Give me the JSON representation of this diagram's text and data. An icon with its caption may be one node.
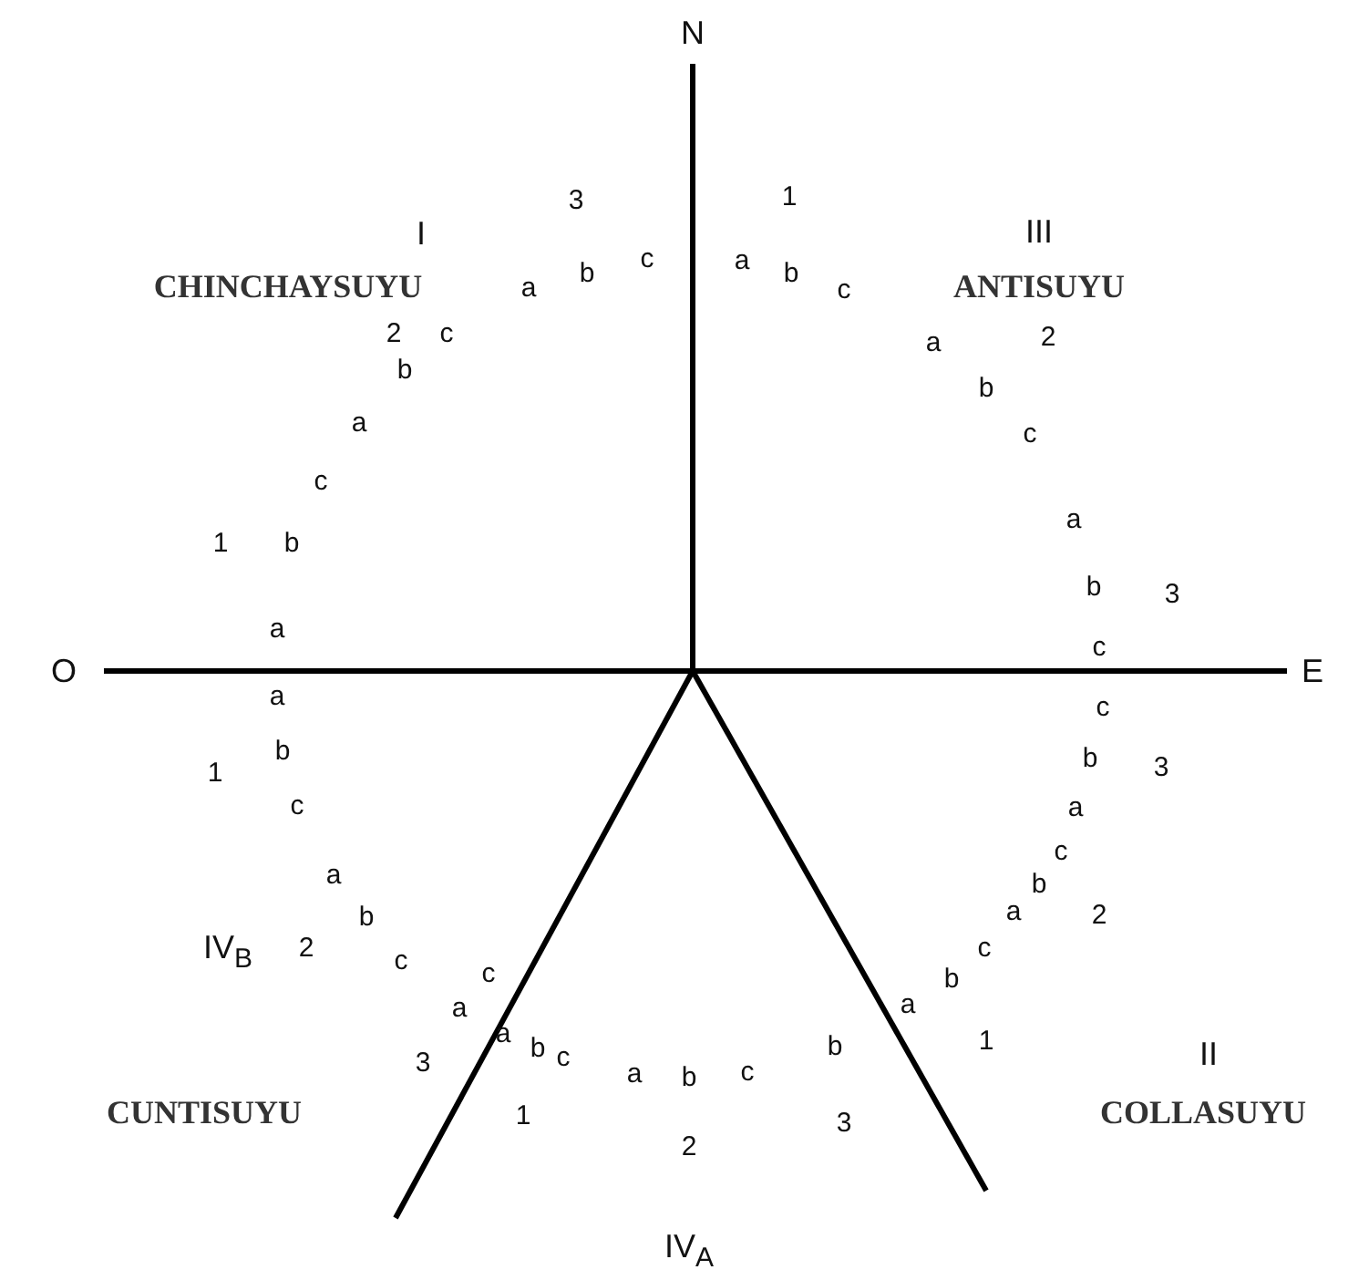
{
  "diagram": {
    "labels": [
      "N",
      "3",
      "1",
      "I",
      "III",
      "CHINCHAYSUYU",
      "ANTISUYU",
      "a",
      "b",
      "c",
      "a",
      "b",
      "c",
      "2",
      "c",
      "2",
      "a",
      "b",
      "a",
      "b",
      "c",
      "c",
      "a",
      "1",
      "b",
      "b",
      "3",
      "a",
      "c",
      "O",
      "E",
      "a",
      "c",
      "b",
      "1",
      "b",
      "3",
      "c",
      "a",
      "a",
      "c",
      "b",
      "a",
      "b",
      "2",
      "c",
      "2",
      "IV$_{B}$",
      "c",
      "c",
      "b",
      "a",
      "a",
      "a",
      "b",
      "b",
      "3",
      "1",
      "a",
      "b",
      "c",
      "c",
      "II",
      "CUNTISUYU",
      "COLLASUYU",
      "1",
      "2",
      "3",
      "IV$_{A}$"
    ]
  }
}
